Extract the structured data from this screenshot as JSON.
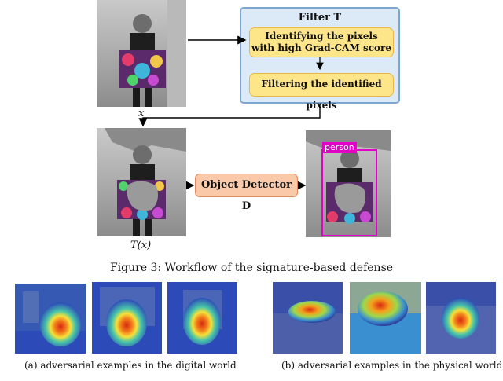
{
  "filter": {
    "title": "Filter T",
    "step1_line1": "Identifying the pixels",
    "step1_line2": "with high Grad-CAM score",
    "step2": "Filtering the identified pixels"
  },
  "labels": {
    "input": "x",
    "transformed": "T(x)"
  },
  "detector": {
    "label": "Object Detector D"
  },
  "detection": {
    "class_label": "person",
    "box_color": "#e000c8"
  },
  "figure_caption": "Figure 3: Workflow of the signature-based defense",
  "subcaptions": {
    "a": "(a) adversarial examples in the digital world",
    "b": "(b) adversarial examples in the physical world"
  },
  "colors": {
    "filter_bg": "#dce9f7",
    "filter_border": "#7ea6d3",
    "step_bg": "#fde58a",
    "detector_bg": "#f9c9a9"
  }
}
